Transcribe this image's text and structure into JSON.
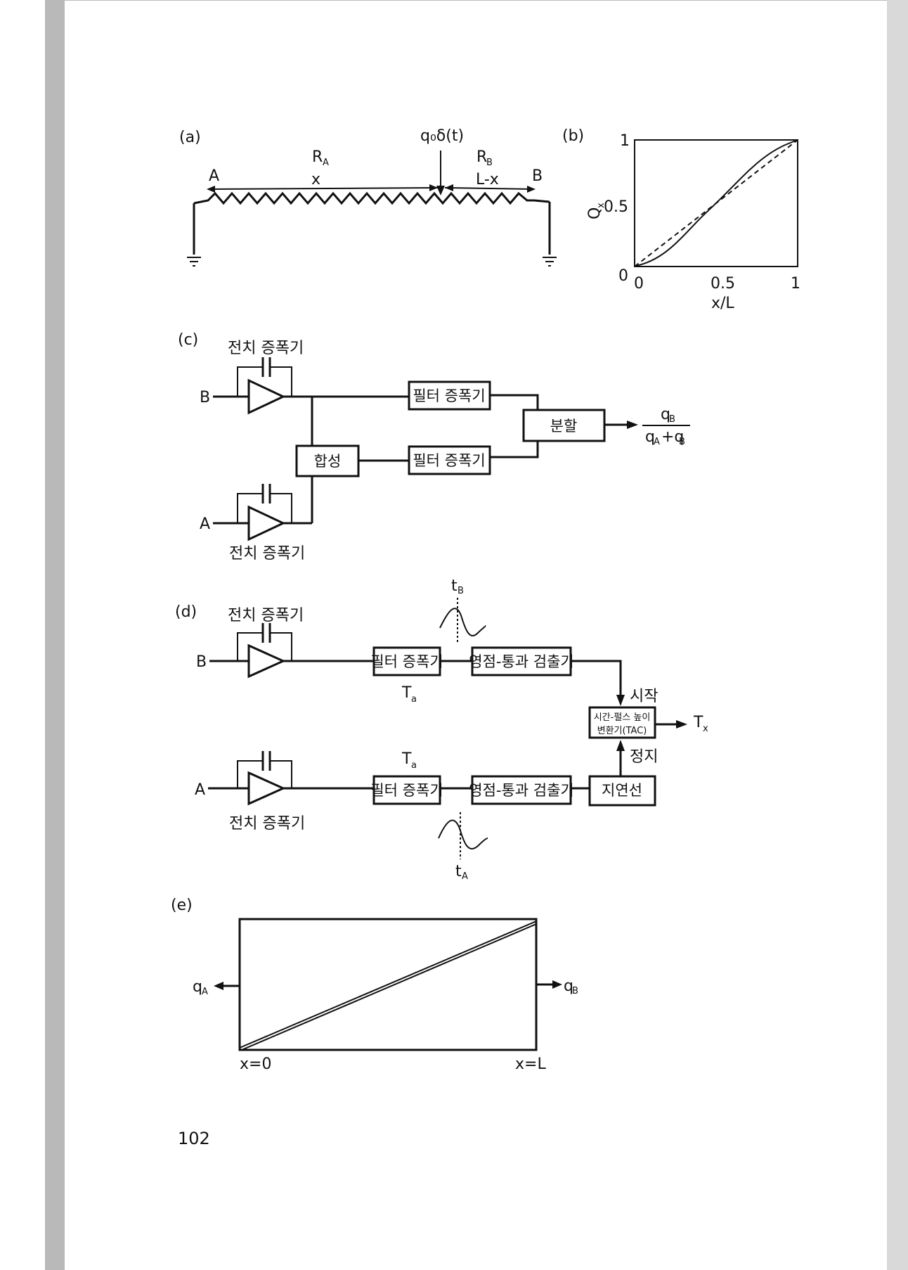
{
  "page_number": "102",
  "fig_a": {
    "label": "(a)",
    "charge_label": "q₀δ(t)",
    "ra_label": "R",
    "ra_sub": "A",
    "rb_label": "R",
    "rb_sub": "B",
    "end_a": "A",
    "end_b": "B",
    "x_label": "x",
    "lx_label": "L-x"
  },
  "fig_b": {
    "label": "(b)",
    "ylabel": "Q",
    "ylabel_sub": "x",
    "xlabel": "x/L",
    "xticks": [
      "0",
      "0.5",
      "1"
    ],
    "yticks": [
      "0",
      "0.5",
      "1"
    ]
  },
  "chart_data": {
    "type": "line",
    "xlabel": "x/L",
    "ylabel": "Qx",
    "xlim": [
      0,
      1
    ],
    "ylim": [
      0,
      1
    ],
    "series": [
      {
        "style": "solid",
        "x": [
          0,
          0.1,
          0.2,
          0.3,
          0.4,
          0.5,
          0.6,
          0.7,
          0.8,
          0.9,
          1.0
        ],
        "y": [
          0,
          0.04,
          0.12,
          0.24,
          0.38,
          0.5,
          0.63,
          0.76,
          0.87,
          0.95,
          1.0
        ]
      },
      {
        "style": "dashed",
        "x": [
          0,
          1
        ],
        "y": [
          0,
          1
        ]
      }
    ]
  },
  "fig_c": {
    "label": "(c)",
    "preamp_top": "전치 증폭기",
    "preamp_bottom": "전치 증폭기",
    "input_b": "B",
    "input_a": "A",
    "filter_top": "필터 증폭기",
    "filter_bottom": "필터 증폭기",
    "sum_box": "합성",
    "divide_box": "분할",
    "out_num": "q",
    "out_num_sub": "B",
    "out_den_a": "q",
    "out_den_a_sub": "A",
    "out_den_plus": "+q",
    "out_den_b_sub": "B"
  },
  "fig_d": {
    "label": "(d)",
    "preamp_top": "전치 증폭기",
    "preamp_bottom": "전치 증폭기",
    "input_b": "B",
    "input_a": "A",
    "filter_top": "필터 증폭기",
    "filter_bottom": "필터 증폭기",
    "ta_top": "T",
    "ta_top_sub": "a",
    "ta_bottom": "T",
    "ta_bottom_sub": "a",
    "zc_top": "영점-통과 검출기",
    "zc_bottom": "영점-통과 검출기",
    "tac_line1": "시간-펄스 높이",
    "tac_line2": "변환기(TAC)",
    "delay_box": "지연선",
    "start_label": "시작",
    "stop_label": "정지",
    "tx_label": "T",
    "tx_sub": "x",
    "tb_label": "t",
    "tb_sub": "B",
    "tA_label": "t",
    "tA_sub": "A"
  },
  "fig_e": {
    "label": "(e)",
    "qa_label": "q",
    "qa_sub": "A",
    "qb_label": "q",
    "qb_sub": "B",
    "x0_label": "x=0",
    "xl_label": "x=L"
  }
}
